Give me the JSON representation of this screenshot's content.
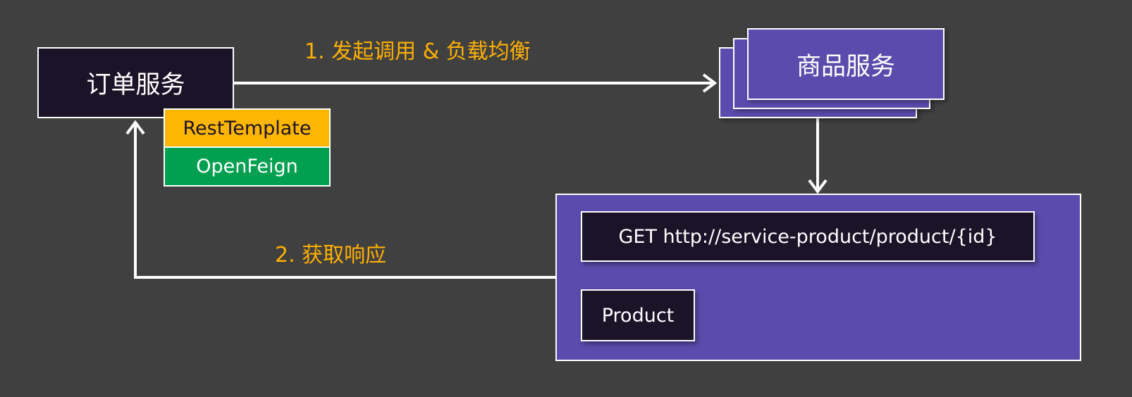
{
  "order_service": {
    "label": "订单服务"
  },
  "techniques": {
    "rest": "RestTemplate",
    "feign": "OpenFeign"
  },
  "product_service": {
    "label": "商品服务"
  },
  "arrows": {
    "call_label": "1. 发起调用 & 负载均衡",
    "response_label": "2. 获取响应"
  },
  "product_panel": {
    "request": "GET  http://service-product/product/{id}",
    "result": "Product"
  },
  "colors": {
    "background": "#404040",
    "dark_box": "#1b1328",
    "purple_box": "#5b4bac",
    "rest_template": "#ffb600",
    "open_feign": "#00a050",
    "label_text": "#ffb000",
    "arrow": "#ffffff"
  }
}
